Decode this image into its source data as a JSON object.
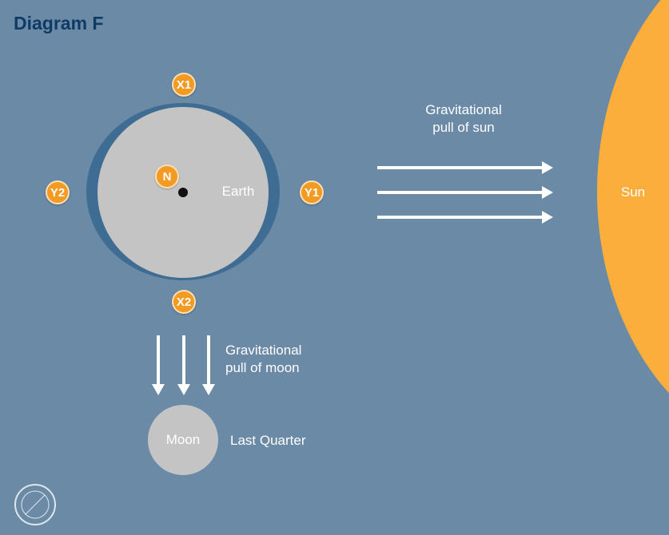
{
  "title": "Diagram F",
  "earth": {
    "label": "Earth",
    "center_label": "N"
  },
  "markers": {
    "x1": "X1",
    "x2": "X2",
    "y1": "Y1",
    "y2": "Y2"
  },
  "sun": {
    "label": "Sun"
  },
  "moon": {
    "label": "Moon",
    "phase": "Last Quarter"
  },
  "sun_pull": {
    "line1": "Gravitational",
    "line2": "pull of sun"
  },
  "moon_pull": {
    "line1": "Gravitational",
    "line2": "pull of moon"
  },
  "colors": {
    "background": "#6b8aa6",
    "earth": "#c4c4c4",
    "ocean_bulge": "#3f6c93",
    "sun": "#fbae3c",
    "badge": "#f39a23",
    "title": "#0f3b66"
  }
}
